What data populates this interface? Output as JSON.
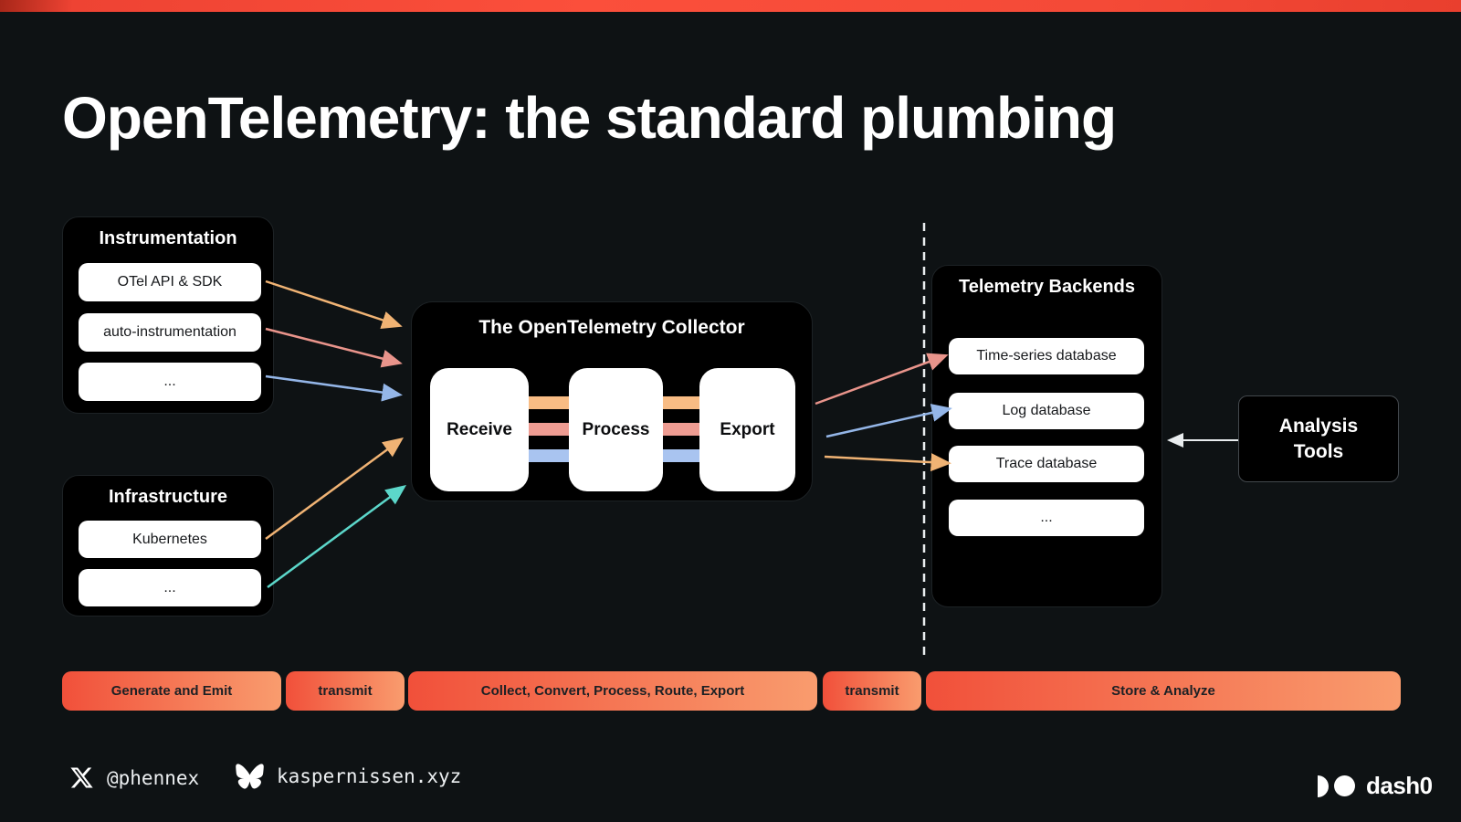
{
  "page": {
    "title": "OpenTelemetry: the standard plumbing"
  },
  "sections": {
    "instrumentation": {
      "title": "Instrumentation",
      "items": [
        "OTel API & SDK",
        "auto-instrumentation",
        "..."
      ]
    },
    "infrastructure": {
      "title": "Infrastructure",
      "items": [
        "Kubernetes",
        "..."
      ]
    },
    "collector": {
      "title": "The OpenTelemetry Collector",
      "stages": [
        "Receive",
        "Process",
        "Export"
      ]
    },
    "backends": {
      "title": "Telemetry Backends",
      "items": [
        "Time-series database",
        "Log database",
        "Trace database",
        "..."
      ]
    },
    "analysis_tools": {
      "title": "Analysis Tools"
    }
  },
  "phase_bars": [
    "Generate and Emit",
    "transmit",
    "Collect, Convert, Process, Route, Export",
    "transmit",
    "Store & Analyze"
  ],
  "footer": {
    "links": [
      {
        "icon": "x-icon",
        "label": "@phennex"
      },
      {
        "icon": "butterfly-icon",
        "label": "kaspernissen.xyz"
      }
    ],
    "brand": "dash0"
  },
  "colors": {
    "background": "#0e1214",
    "panel_black": "#000000",
    "top_bar_red": "#fb4f3b",
    "phase_gradient_start": "#f1503a",
    "phase_gradient_end": "#f99c6e",
    "signal_orange": "#f0b374",
    "signal_pink": "#e9948b",
    "signal_blue": "#94b6e8",
    "signal_teal": "#5cd7ca",
    "arrow_white": "#e9edef"
  }
}
